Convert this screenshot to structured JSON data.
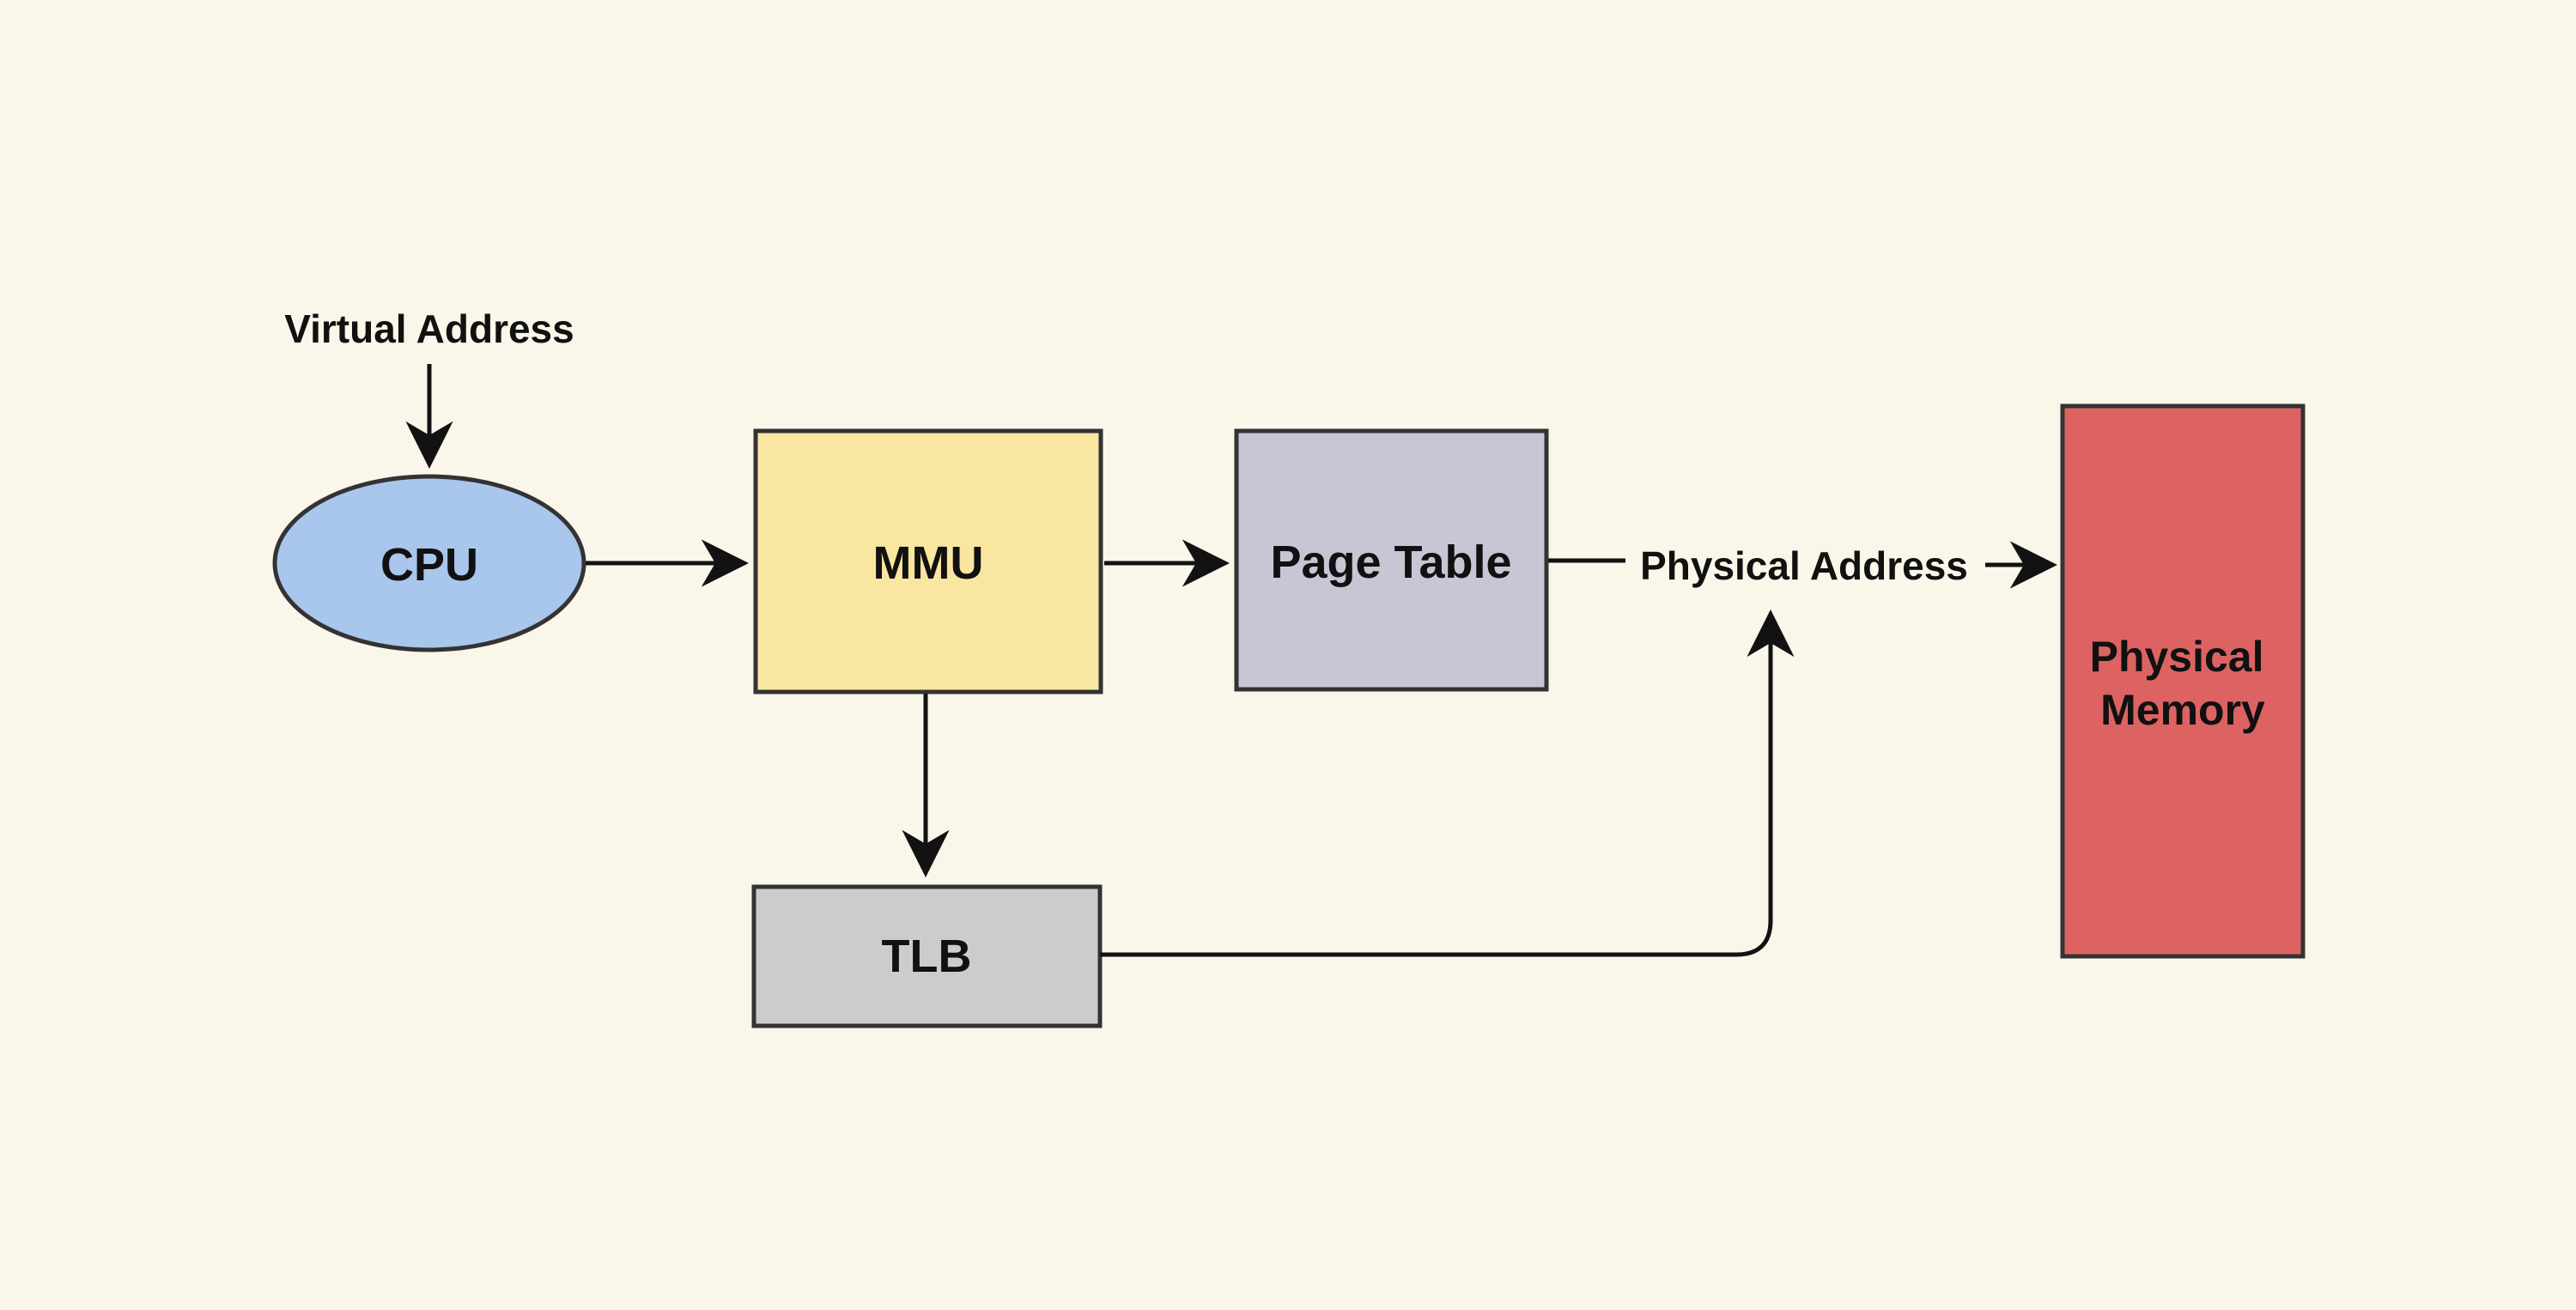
{
  "diagram": {
    "background_color": "#faf6ea",
    "node_border_color": "#333333",
    "arrow_color": "#121212",
    "nodes": {
      "cpu": {
        "label": "CPU",
        "shape": "ellipse",
        "fill": "#a9c6ec"
      },
      "mmu": {
        "label": "MMU",
        "shape": "rect",
        "fill": "#f9e6a0"
      },
      "page_table": {
        "label": "Page Table",
        "shape": "rect",
        "fill": "#c8c6d4"
      },
      "tlb": {
        "label": "TLB",
        "shape": "rect",
        "fill": "#cccccc"
      },
      "physical_memory": {
        "label": "Physical Memory",
        "label_lines": [
          "Physical",
          "Memory"
        ],
        "shape": "rect",
        "fill": "#dd6363"
      }
    },
    "labels": {
      "virtual_address": {
        "text": "Virtual Address",
        "color": "#111111"
      },
      "physical_address": {
        "text": "Physical Address",
        "color": "#4f7de3"
      }
    },
    "edges": [
      {
        "from": "Virtual Address",
        "to": "CPU",
        "style": "arrow"
      },
      {
        "from": "CPU",
        "to": "MMU",
        "style": "arrow"
      },
      {
        "from": "MMU",
        "to": "Page Table",
        "style": "arrow"
      },
      {
        "from": "Page Table",
        "to": "Physical Address",
        "style": "line"
      },
      {
        "from": "Physical Address",
        "to": "Physical Memory",
        "style": "arrow"
      },
      {
        "from": "MMU",
        "to": "TLB",
        "style": "arrow"
      },
      {
        "from": "TLB",
        "to": "Physical Address",
        "style": "arrow"
      }
    ]
  }
}
